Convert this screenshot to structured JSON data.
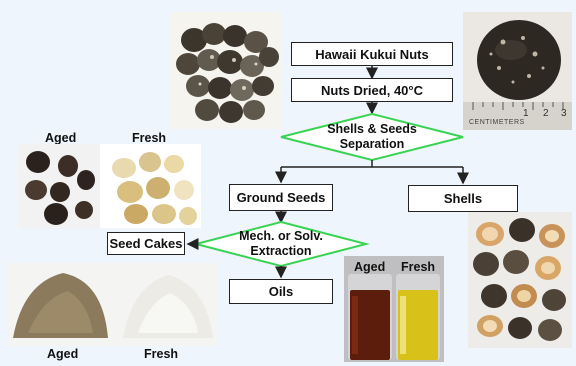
{
  "flowchart": {
    "hawaii_kukui_nuts": "Hawaii Kukui Nuts",
    "nuts_dried": "Nuts Dried, 40°C",
    "separation_line1": "Shells & Seeds",
    "separation_line2": "Separation",
    "ground_seeds": "Ground Seeds",
    "shells": "Shells",
    "extraction_line1": "Mech. or Solv.",
    "extraction_line2": "Extraction",
    "seed_cakes": "Seed Cakes",
    "oils": "Oils"
  },
  "photo_labels": {
    "seeds_aged": "Aged",
    "seeds_fresh": "Fresh",
    "powder_aged": "Aged",
    "powder_fresh": "Fresh",
    "oil_aged": "Aged",
    "oil_fresh": "Fresh"
  },
  "ruler": {
    "numbers": [
      "1",
      "2",
      "3"
    ],
    "text": "CENTIMETERS"
  },
  "colors": {
    "diamond_border": "#39d353",
    "box_border": "#222222",
    "background": "#eef5fc"
  }
}
